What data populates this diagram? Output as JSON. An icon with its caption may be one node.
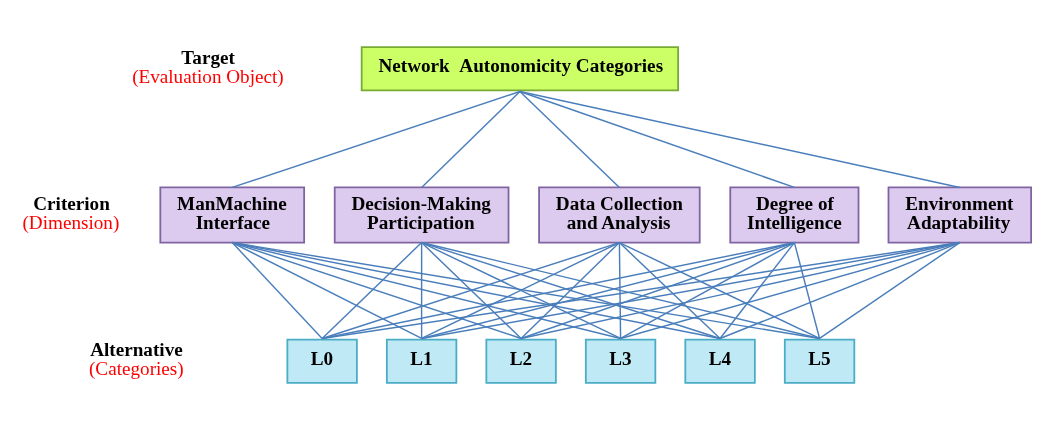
{
  "diagram": {
    "nodes": [
      {
        "text": [
          "Network  Autonomicity Categories"
        ]
      },
      {
        "text": [
          "ManMachine Interface"
        ]
      },
      {
        "text": [
          "Decision-Making Participation"
        ]
      },
      {
        "text": [
          "Data Collection and Analysis"
        ]
      },
      {
        "text": [
          "Degree of Intelligence"
        ]
      },
      {
        "text": [
          "Environment Adaptability"
        ]
      },
      {
        "text": [
          "L0"
        ]
      },
      {
        "text": [
          "L1"
        ]
      },
      {
        "text": [
          "L2"
        ]
      },
      {
        "text": [
          "L3"
        ]
      },
      {
        "text": [
          "L4"
        ]
      },
      {
        "text": [
          "L5"
        ]
      }
    ],
    "edges": [
      {
        "from": 0,
        "to": 1,
        "arrow": "none"
      },
      {
        "from": 0,
        "to": 2,
        "arrow": "none"
      },
      {
        "from": 0,
        "to": 3,
        "arrow": "none"
      },
      {
        "from": 0,
        "to": 4,
        "arrow": "none"
      },
      {
        "from": 0,
        "to": 5,
        "arrow": "none"
      },
      {
        "from": 1,
        "to": 6,
        "arrow": "none"
      },
      {
        "from": 1,
        "to": 7,
        "arrow": "none"
      },
      {
        "from": 1,
        "to": 8,
        "arrow": "none"
      },
      {
        "from": 1,
        "to": 9,
        "arrow": "none"
      },
      {
        "from": 1,
        "to": 10,
        "arrow": "none"
      },
      {
        "from": 1,
        "to": 11,
        "arrow": "none"
      },
      {
        "from": 2,
        "to": 6,
        "arrow": "none"
      },
      {
        "from": 2,
        "to": 7,
        "arrow": "none"
      },
      {
        "from": 2,
        "to": 8,
        "arrow": "none"
      },
      {
        "from": 2,
        "to": 9,
        "arrow": "none"
      },
      {
        "from": 2,
        "to": 10,
        "arrow": "none"
      },
      {
        "from": 2,
        "to": 11,
        "arrow": "none"
      },
      {
        "from": 3,
        "to": 6,
        "arrow": "none"
      },
      {
        "from": 3,
        "to": 7,
        "arrow": "none"
      },
      {
        "from": 3,
        "to": 8,
        "arrow": "none"
      },
      {
        "from": 3,
        "to": 9,
        "arrow": "none"
      },
      {
        "from": 3,
        "to": 10,
        "arrow": "none"
      },
      {
        "from": 3,
        "to": 11,
        "arrow": "none"
      },
      {
        "from": 4,
        "to": 6,
        "arrow": "none"
      },
      {
        "from": 4,
        "to": 7,
        "arrow": "none"
      },
      {
        "from": 4,
        "to": 8,
        "arrow": "none"
      },
      {
        "from": 4,
        "to": 9,
        "arrow": "none"
      },
      {
        "from": 4,
        "to": 10,
        "arrow": "none"
      },
      {
        "from": 4,
        "to": 11,
        "arrow": "none"
      },
      {
        "from": 5,
        "to": 6,
        "arrow": "none"
      },
      {
        "from": 5,
        "to": 7,
        "arrow": "none"
      },
      {
        "from": 5,
        "to": 8,
        "arrow": "none"
      },
      {
        "from": 5,
        "to": 9,
        "arrow": "none"
      },
      {
        "from": 5,
        "to": 10,
        "arrow": "none"
      },
      {
        "from": 5,
        "to": 11,
        "arrow": "none"
      }
    ],
    "labels": [
      "Target",
      "(Evaluation Object)",
      "Criterion",
      "(Dimension)",
      "Alternative",
      "(Categories)"
    ]
  }
}
